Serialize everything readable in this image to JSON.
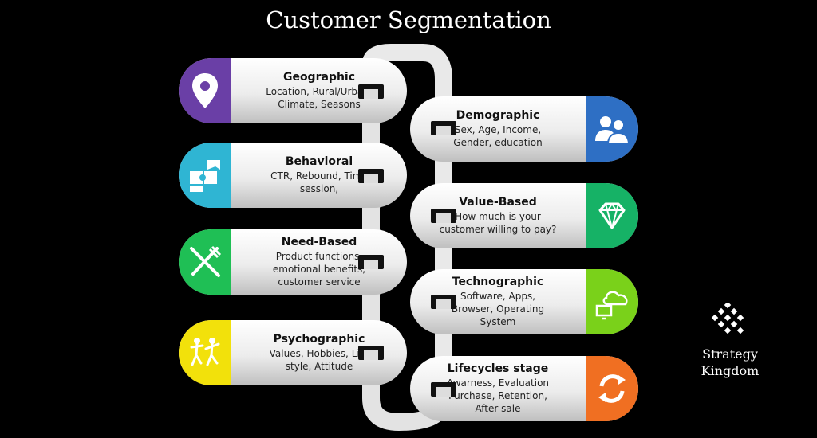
{
  "title": "Customer Segmentation",
  "segments": [
    {
      "title": "Geographic",
      "desc": "Location, Rural/Urban, Climate, Seasons",
      "color": "#6a3fa6",
      "icon": "map-pin-icon"
    },
    {
      "title": "Demographic",
      "desc": "Sex, Age, Income, Gender, education",
      "color": "#2e6fc4",
      "icon": "users-icon"
    },
    {
      "title": "Behavioral",
      "desc": "CTR, Rebound, Time session,",
      "color": "#2fb5d3",
      "icon": "puzzle-icon"
    },
    {
      "title": "Value-Based",
      "desc": "How much is your customer willing to pay?",
      "color": "#16b266",
      "icon": "diamond-icon"
    },
    {
      "title": "Need-Based",
      "desc": "Product functions, emotional benefits, customer service",
      "color": "#1fbf55",
      "icon": "fork-knife-icon"
    },
    {
      "title": "Technographic",
      "desc": "Software, Apps, Browser, Operating System",
      "color": "#7ad11a",
      "icon": "cloud-computer-icon"
    },
    {
      "title": "Psychographic",
      "desc": "Values, Hobbies, Life style, Attitude",
      "color": "#f2e10b",
      "icon": "people-dancing-icon"
    },
    {
      "title": "Lifecycles stage",
      "desc": "Awarness, Evaluation Purchase, Retention, After sale",
      "color": "#f06f22",
      "icon": "cycle-arrows-icon"
    }
  ],
  "logo": {
    "line1": "Strategy",
    "line2": "Kingdom"
  }
}
